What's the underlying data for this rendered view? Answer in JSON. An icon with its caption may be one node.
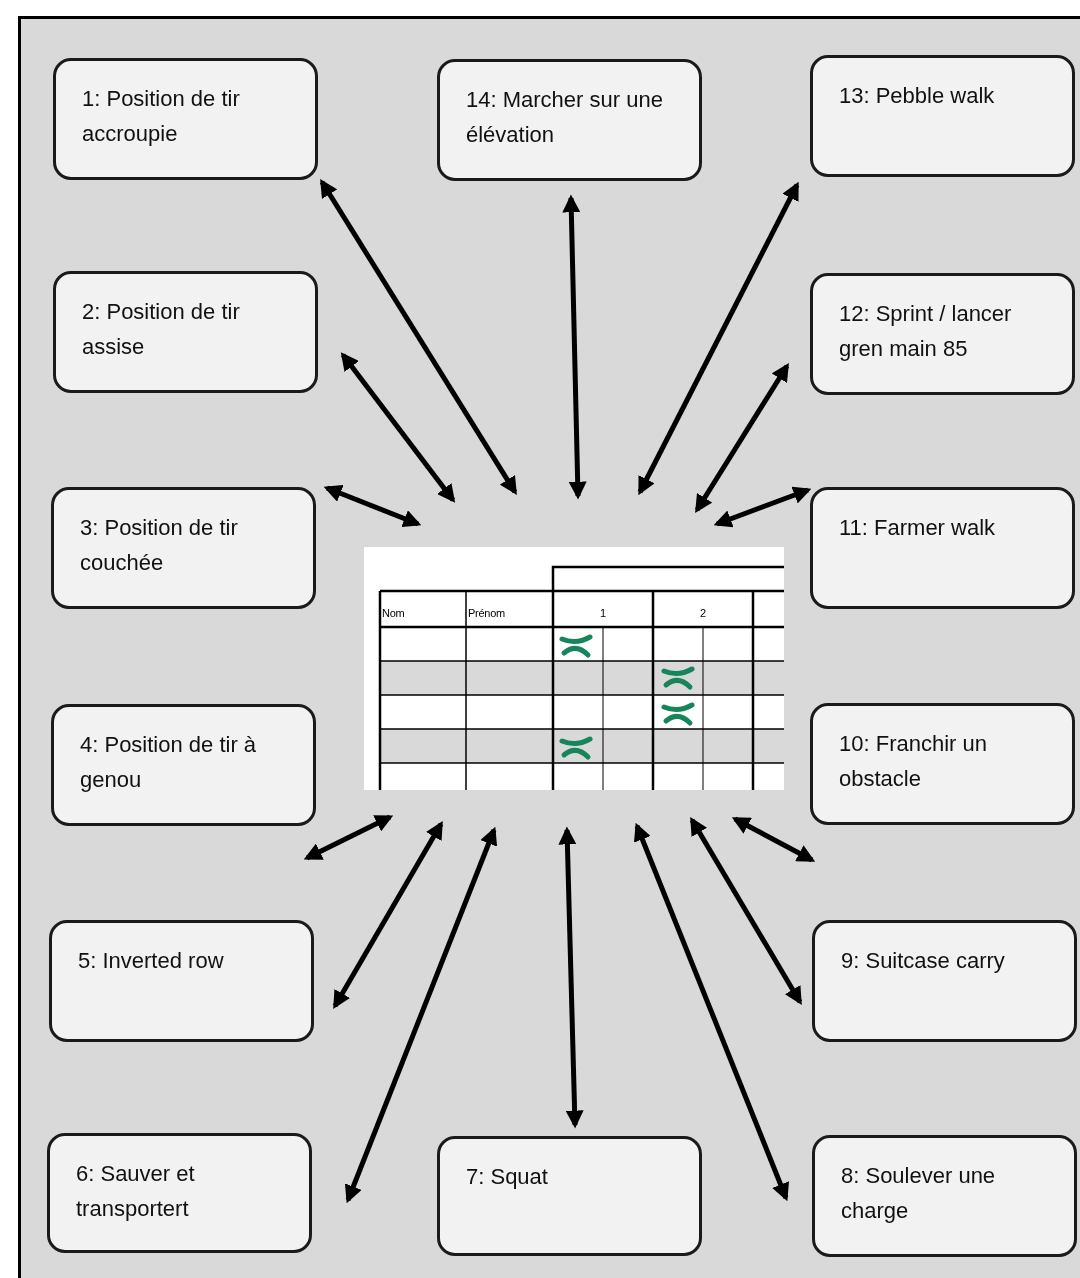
{
  "diagram": {
    "nodes": [
      {
        "text": [
          "1: Position de tir accroupie"
        ]
      },
      {
        "text": [
          "14: Marcher sur une élévation"
        ]
      },
      {
        "text": [
          "13: Pebble walk"
        ]
      },
      {
        "text": [
          "2: Position de tir assise"
        ]
      },
      {
        "text": [
          "12: Sprint / lancer gren main 85"
        ]
      },
      {
        "text": [
          "3: Position de tir couchée"
        ]
      },
      {
        "text": [
          "11: Farmer walk"
        ]
      },
      {
        "text": [
          "Nom",
          "Prénom",
          "1",
          "2"
        ]
      },
      {
        "text": [
          "4: Position de tir à genou"
        ]
      },
      {
        "text": [
          "10: Franchir un obstacle"
        ]
      },
      {
        "text": [
          "5: Inverted row"
        ]
      },
      {
        "text": [
          "9: Suitcase carry"
        ]
      },
      {
        "text": [
          "6: Sauver et transportert"
        ]
      },
      {
        "text": [
          "7: Squat"
        ]
      },
      {
        "text": [
          "8: Soulever une charge"
        ]
      }
    ],
    "edges": [
      {
        "from": 0,
        "to": 7,
        "arrow": "both"
      },
      {
        "from": 1,
        "to": 7,
        "arrow": "both"
      },
      {
        "from": 2,
        "to": 7,
        "arrow": "both"
      },
      {
        "from": 3,
        "to": 7,
        "arrow": "both"
      },
      {
        "from": 4,
        "to": 7,
        "arrow": "both"
      },
      {
        "from": 5,
        "to": 7,
        "arrow": "both"
      },
      {
        "from": 6,
        "to": 7,
        "arrow": "both"
      },
      {
        "from": 8,
        "to": 7,
        "arrow": "both"
      },
      {
        "from": 9,
        "to": 7,
        "arrow": "both"
      },
      {
        "from": 10,
        "to": 7,
        "arrow": "both"
      },
      {
        "from": 11,
        "to": 7,
        "arrow": "both"
      },
      {
        "from": 12,
        "to": 7,
        "arrow": "both"
      },
      {
        "from": 13,
        "to": 7,
        "arrow": "both"
      },
      {
        "from": 14,
        "to": 7,
        "arrow": "both"
      }
    ]
  }
}
